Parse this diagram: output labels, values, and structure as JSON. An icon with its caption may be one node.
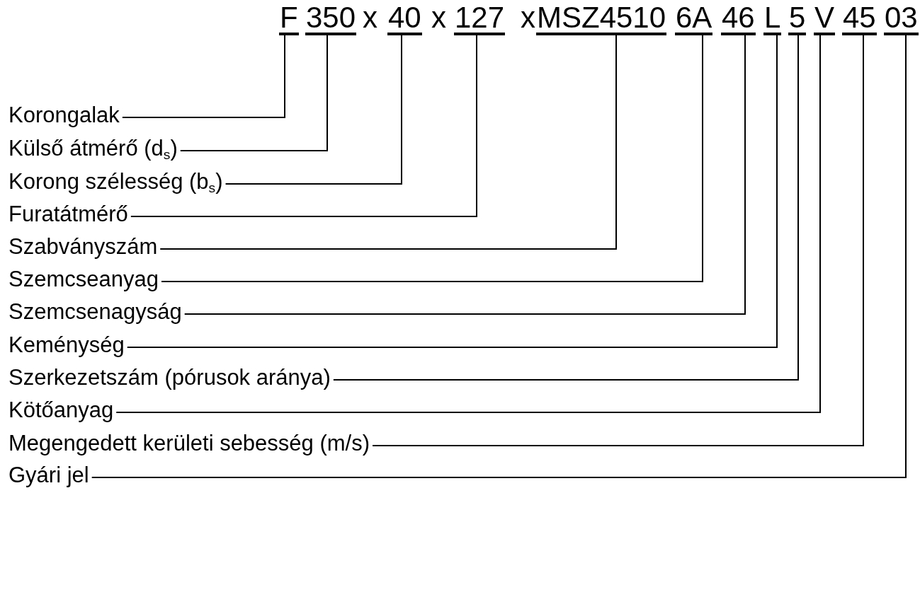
{
  "diagram": {
    "nodes": [
      {
        "text": [
          "F"
        ]
      },
      {
        "text": [
          "350"
        ]
      },
      {
        "text": [
          "40"
        ]
      },
      {
        "text": [
          "127"
        ]
      },
      {
        "text": [
          "MSZ4510"
        ]
      },
      {
        "text": [
          "6A"
        ]
      },
      {
        "text": [
          "46"
        ]
      },
      {
        "text": [
          "L"
        ]
      },
      {
        "text": [
          "5"
        ]
      },
      {
        "text": [
          "V"
        ]
      },
      {
        "text": [
          "45"
        ]
      },
      {
        "text": [
          "03"
        ]
      },
      {
        "text": [
          "Korongalak"
        ]
      },
      {
        "text": [
          "Külső átmérő (d$_{s}$)"
        ]
      },
      {
        "text": [
          "Korong szélesség (b$_{s}$)"
        ]
      },
      {
        "text": [
          "Furatátmérő"
        ]
      },
      {
        "text": [
          "Szabványszám"
        ]
      },
      {
        "text": [
          "Szemcseanyag"
        ]
      },
      {
        "text": [
          "Szemcsenagyság"
        ]
      },
      {
        "text": [
          "Keménység"
        ]
      },
      {
        "text": [
          "Szerkezetszám (pórusok aránya)"
        ]
      },
      {
        "text": [
          "Kötőanyag"
        ]
      },
      {
        "text": [
          "Megengedett kerületi sebesség (m/s)"
        ]
      },
      {
        "text": [
          "Gyári jel"
        ]
      }
    ],
    "edges": [
      {
        "from": 12,
        "to": 0,
        "arrow": "none"
      },
      {
        "from": 13,
        "to": 1,
        "arrow": "none"
      },
      {
        "from": 14,
        "to": 2,
        "arrow": "none"
      },
      {
        "from": 15,
        "to": 3,
        "arrow": "none"
      },
      {
        "from": 16,
        "to": 4,
        "arrow": "none"
      },
      {
        "from": 17,
        "to": 5,
        "arrow": "none"
      },
      {
        "from": 18,
        "to": 6,
        "arrow": "none"
      },
      {
        "from": 19,
        "to": 7,
        "arrow": "none"
      },
      {
        "from": 20,
        "to": 8,
        "arrow": "none"
      },
      {
        "from": 21,
        "to": 9,
        "arrow": "none"
      },
      {
        "from": 22,
        "to": 10,
        "arrow": "none"
      },
      {
        "from": 23,
        "to": 11,
        "arrow": "none"
      }
    ],
    "labels": [
      "x",
      "x",
      "x"
    ]
  }
}
